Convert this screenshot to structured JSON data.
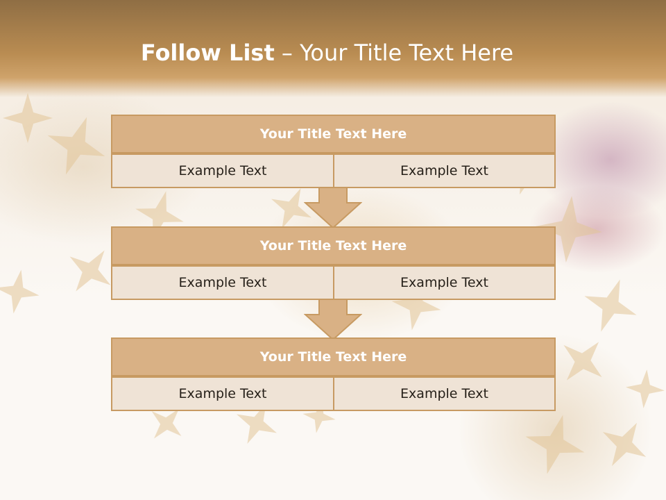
{
  "slide": {
    "title_bold": "Follow List",
    "title_rest": " – Your Title Text Here"
  },
  "steps": [
    {
      "title": "Your Title Text Here",
      "left": "Example Text",
      "right": "Example Text"
    },
    {
      "title": "Your Title Text Here",
      "left": "Example Text",
      "right": "Example Text"
    },
    {
      "title": "Your Title Text Here",
      "left": "Example Text",
      "right": "Example Text"
    }
  ],
  "colors": {
    "header_brown": "#b98c52",
    "box_fill": "#d9b185",
    "box_border": "#c79a62",
    "cell_fill": "#efe3d6",
    "arrow_fill": "#d9b185"
  },
  "icons": [
    "down-arrow-icon"
  ]
}
